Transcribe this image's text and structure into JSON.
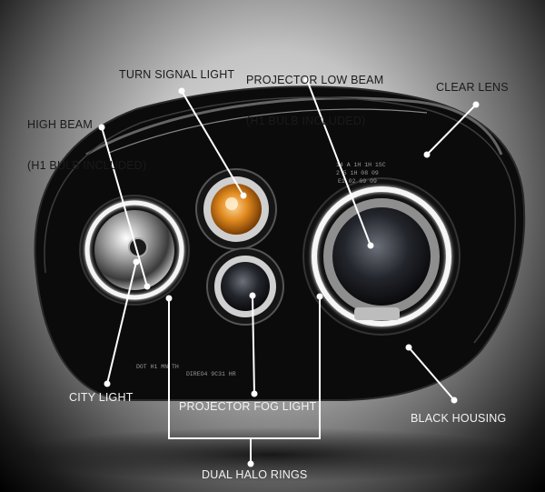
{
  "labels": {
    "projector_low_beam": [
      "PROJECTOR LOW BEAM",
      "(H1 BULB INCLUDED)"
    ],
    "turn_signal": "TURN SIGNAL LIGHT",
    "high_beam": [
      "HIGH BEAM",
      "(H1 BULB INCLUDED)"
    ],
    "clear_lens": "CLEAR LENS",
    "city_light": "CITY LIGHT",
    "projector_fog": "PROJECTOR FOG LIGHT",
    "black_housing": "BLACK HOUSING",
    "dual_halo": "DUAL HALO RINGS"
  },
  "lens_markings": {
    "row1": "14 A 1H 1H 1SC",
    "row2": "2 5 1H 08 09",
    "row3": "E1 02 09 09",
    "bottom_left": "DOT H1 MN TH",
    "bottom_right": "DIREO4 9C31 HR"
  },
  "colors": {
    "label_text": "#1a1a1a",
    "label_text_dark": "#f2f2f2",
    "leader_line": "#ffffff",
    "housing": "#0b0b0b",
    "chrome": "#d8d8d8",
    "amber": "#e08a1e"
  }
}
